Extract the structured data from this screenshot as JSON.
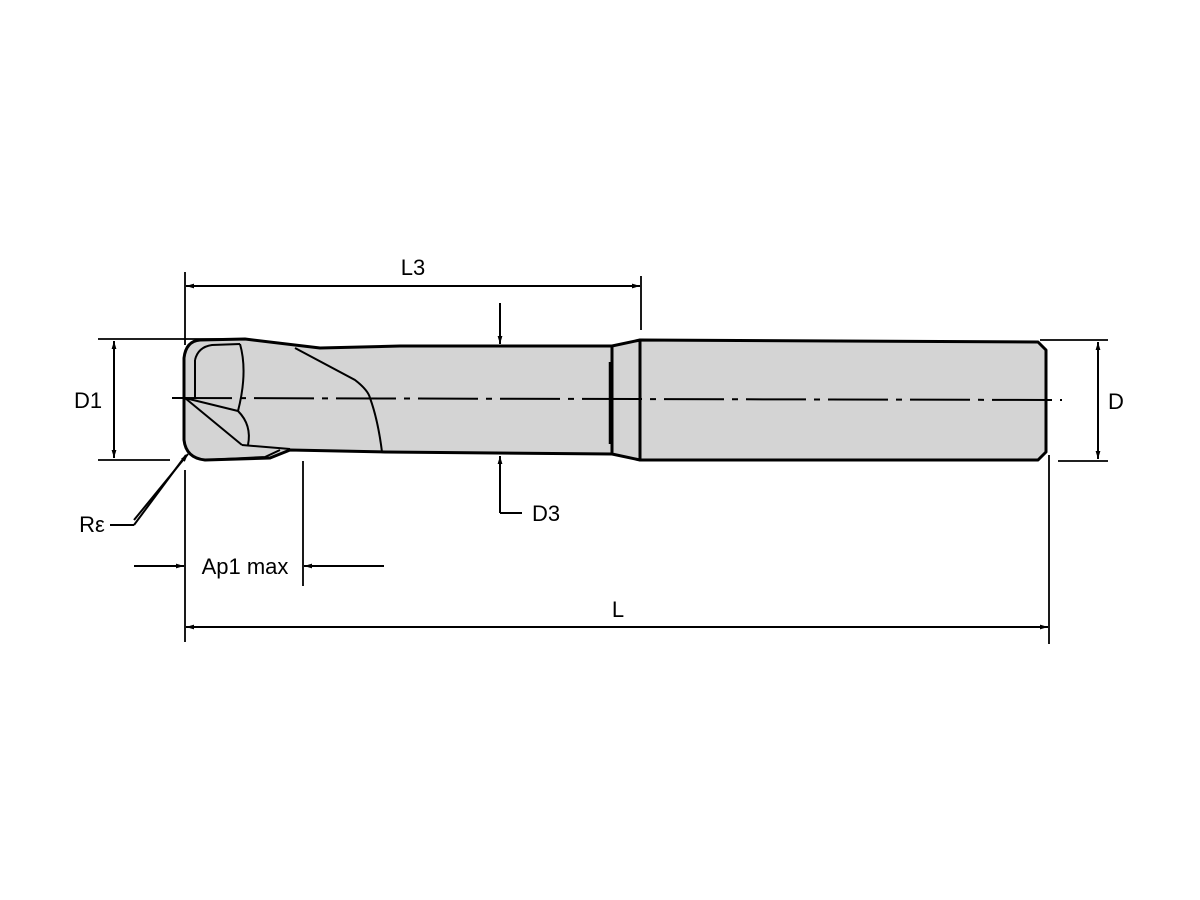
{
  "diagram": {
    "subject": "Solid carbide end mill dimension drawing",
    "colors": {
      "tool_fill": "#d4d4d4",
      "line": "#000000",
      "background": "#ffffff"
    },
    "labels": {
      "L3": "L3",
      "D1": "D1",
      "D": "D",
      "D3": "D3",
      "Re": "Rε",
      "Ap1max": "Ap1 max",
      "L": "L"
    }
  }
}
